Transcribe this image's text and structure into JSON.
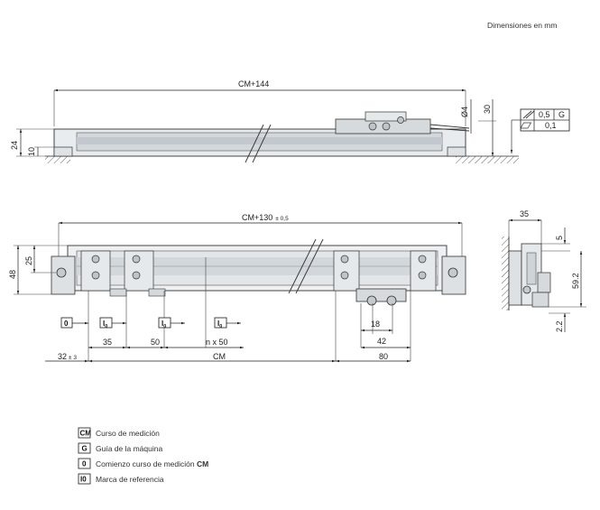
{
  "header": {
    "units_note": "Dimensiones en mm"
  },
  "top_view": {
    "dim_overall": "CM+144",
    "dim_height_24": "24",
    "dim_height_10": "10",
    "dim_diam": "Ø4",
    "dim_30": "30",
    "tolerance_frame": {
      "row1_value": "0,5",
      "row1_datum": "G",
      "row2_value": "0,1"
    }
  },
  "front_view": {
    "dim_overall": "CM+130",
    "dim_overall_tol": "± 0,5",
    "dim_48": "48",
    "dim_25": "25",
    "dim_18": "18",
    "dim_42": "42",
    "dim_80": "80",
    "dim_32": "32",
    "dim_32_tol": "± 3",
    "dim_cm": "CM",
    "dim_35": "35",
    "dim_50": "50",
    "dim_nx50": "n x 50",
    "box_zero": "0",
    "box_i0": "I",
    "box_i0_sub": "0"
  },
  "side_view": {
    "dim_35": "35",
    "dim_5": "5",
    "dim_59_2": "59.2",
    "dim_2_2": "2.2"
  },
  "legend": [
    {
      "symbol": "CM",
      "text": "Curso de medición",
      "bold_suffix": ""
    },
    {
      "symbol": "G",
      "text": "Guía de la máquina",
      "bold_suffix": ""
    },
    {
      "symbol": "0",
      "text": "Comienzo curso de medición ",
      "bold_suffix": "CM"
    },
    {
      "symbol": "I0",
      "text": "Marca de referencia",
      "bold_suffix": ""
    }
  ]
}
